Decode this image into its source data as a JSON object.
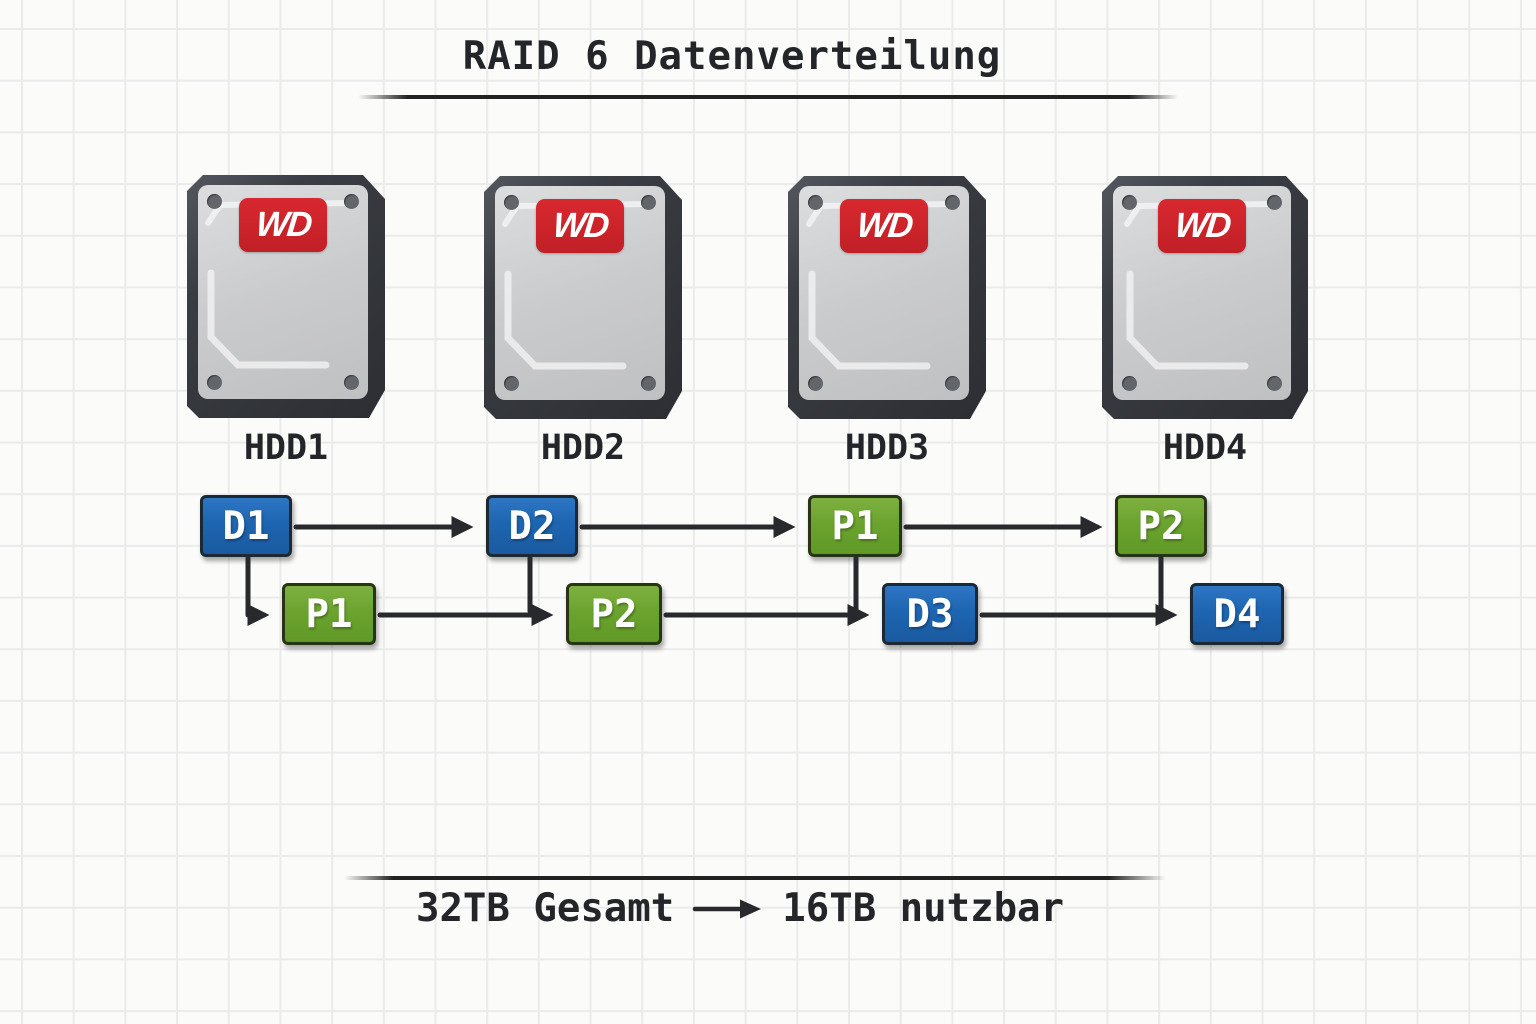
{
  "title": "RAID 6 Datenverteilung",
  "drives": [
    {
      "label": "HDD1",
      "logo": "WD"
    },
    {
      "label": "HDD2",
      "logo": "WD"
    },
    {
      "label": "HDD3",
      "logo": "WD"
    },
    {
      "label": "HDD4",
      "logo": "WD"
    }
  ],
  "stripes": [
    {
      "name": "stripe-1",
      "blocks": [
        {
          "label": "D1",
          "type": "data"
        },
        {
          "label": "D2",
          "type": "data"
        },
        {
          "label": "P1",
          "type": "parity"
        },
        {
          "label": "P2",
          "type": "parity"
        }
      ]
    },
    {
      "name": "stripe-2",
      "blocks": [
        {
          "label": "P1",
          "type": "parity"
        },
        {
          "label": "P2",
          "type": "parity"
        },
        {
          "label": "D3",
          "type": "data"
        },
        {
          "label": "D4",
          "type": "data"
        }
      ]
    }
  ],
  "summary": {
    "total": "32TB Gesamt",
    "usable": "16TB nutzbar"
  },
  "colors": {
    "data_block": "#1e65b1",
    "parity_block": "#6ca32f",
    "wd_red": "#c11f26",
    "arrow": "#27292d",
    "text": "#1d1f24"
  }
}
